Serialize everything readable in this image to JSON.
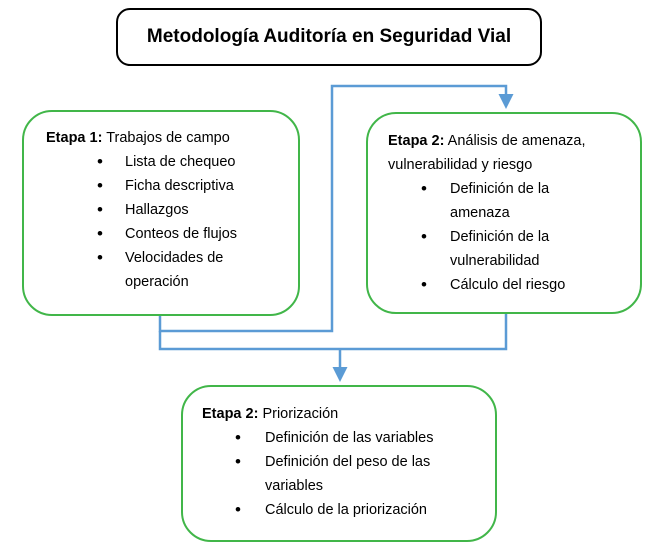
{
  "title": "Metodología Auditoría en Seguridad Vial",
  "colors": {
    "box_border": "#41b649",
    "connector": "#5b9bd5",
    "title_border": "#000000"
  },
  "stages": [
    {
      "label": "Etapa 1:",
      "name": " Trabajos de campo",
      "items": [
        "Lista de chequeo",
        "Ficha descriptiva",
        "Hallazgos",
        "Conteos de flujos",
        "Velocidades de operación"
      ]
    },
    {
      "label": "Etapa 2:",
      "name": " Análisis de amenaza, vulnerabilidad y riesgo",
      "items": [
        "Definición de la amenaza",
        "Definición de la vulnerabilidad",
        "Cálculo del riesgo"
      ]
    },
    {
      "label": "Etapa 2:",
      "name": " Priorización",
      "items": [
        "Definición de las variables",
        "Definición del peso de las variables",
        "Cálculo de la priorización"
      ]
    }
  ]
}
